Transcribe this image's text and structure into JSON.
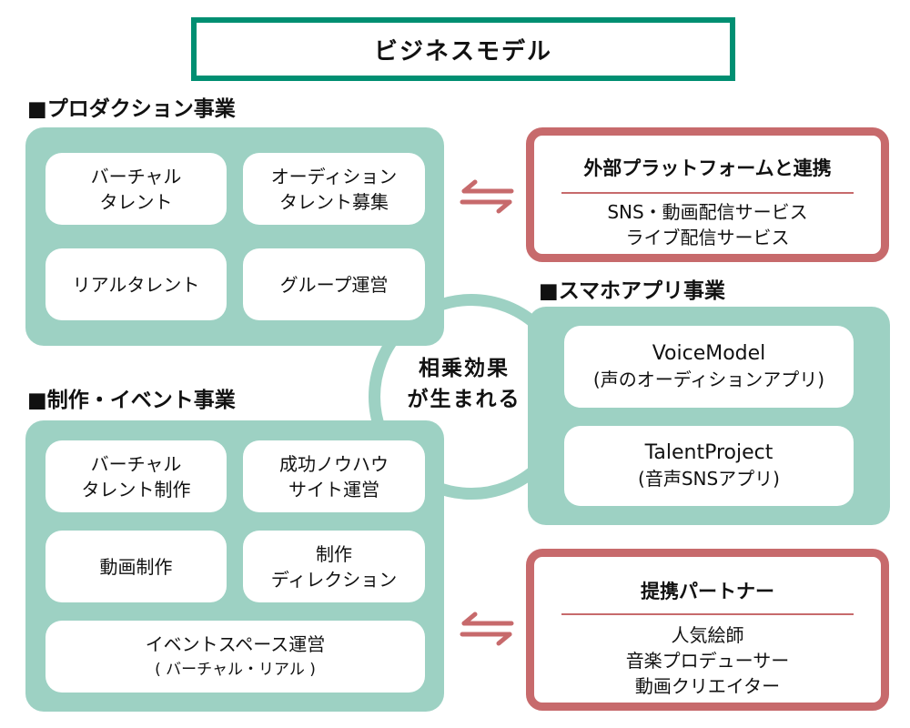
{
  "title": "ビジネスモデル",
  "production": {
    "heading": "■プロダクション事業",
    "cards": [
      {
        "lines": [
          "バーチャル",
          "タレント"
        ]
      },
      {
        "lines": [
          "オーディション",
          "タレント募集"
        ]
      },
      {
        "lines": [
          "リアルタレント"
        ]
      },
      {
        "lines": [
          "グループ運営"
        ]
      }
    ]
  },
  "creation_event": {
    "heading": "■制作・イベント事業",
    "cards": [
      {
        "lines": [
          "バーチャル",
          "タレント制作"
        ]
      },
      {
        "lines": [
          "成功ノウハウ",
          "サイト運営"
        ]
      },
      {
        "lines": [
          "動画制作"
        ]
      },
      {
        "lines": [
          "制作",
          "ディレクション"
        ]
      },
      {
        "lines": [
          "イベントスペース運営",
          "( バーチャル・リアル )"
        ]
      }
    ]
  },
  "smartphone_app": {
    "heading": "■スマホアプリ事業",
    "cards": [
      {
        "lines": [
          "VoiceModel",
          "(声のオーディションアプリ)"
        ]
      },
      {
        "lines": [
          "TalentProject",
          "(音声SNSアプリ)"
        ]
      }
    ]
  },
  "synergy": {
    "lines": [
      "相乗効果",
      "が生まれる"
    ]
  },
  "external_platform": {
    "title": "外部プラットフォームと連携",
    "lines": [
      "SNS・動画配信サービス",
      "ライブ配信サービス"
    ]
  },
  "partners": {
    "title": "提携パートナー",
    "lines": [
      "人気絵師",
      "音楽プロデューサー",
      "動画クリエイター"
    ]
  },
  "icons": {
    "bidirectional_arrow": "two-way-arrow-icon"
  },
  "colors": {
    "title_border": "#008f72",
    "panel_fill": "#9dd1c3",
    "partner_border": "#c76a6c"
  }
}
